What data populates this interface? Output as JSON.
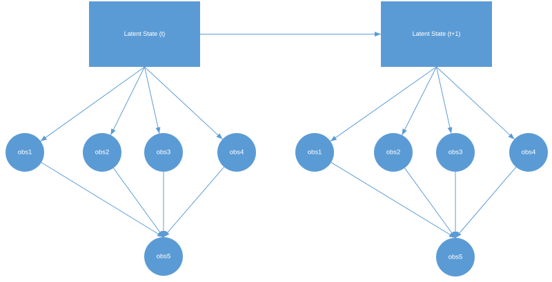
{
  "colors": {
    "node": "#5b9bd5",
    "edge": "#5b9bd5",
    "text": "#ffffff",
    "background": "#ffffff"
  },
  "groups": [
    {
      "state_label": "Latent State (t)",
      "observations": [
        "obs1",
        "obs2",
        "obs3",
        "obs4"
      ],
      "aggregate": "obs5"
    },
    {
      "state_label": "Latent State (t+1)",
      "observations": [
        "obs1",
        "obs2",
        "obs3",
        "obs4"
      ],
      "aggregate": "obs5"
    }
  ],
  "edges": [
    {
      "from": "state-t",
      "to": "state-t1"
    },
    {
      "from": "state-t",
      "to": "obs1-t"
    },
    {
      "from": "state-t",
      "to": "obs2-t"
    },
    {
      "from": "state-t",
      "to": "obs3-t"
    },
    {
      "from": "state-t",
      "to": "obs4-t"
    },
    {
      "from": "obs1-t",
      "to": "obs5-t"
    },
    {
      "from": "obs2-t",
      "to": "obs5-t"
    },
    {
      "from": "obs3-t",
      "to": "obs5-t"
    },
    {
      "from": "obs4-t",
      "to": "obs5-t"
    },
    {
      "from": "state-t1",
      "to": "obs1-t1"
    },
    {
      "from": "state-t1",
      "to": "obs2-t1"
    },
    {
      "from": "state-t1",
      "to": "obs3-t1"
    },
    {
      "from": "state-t1",
      "to": "obs4-t1"
    },
    {
      "from": "obs1-t1",
      "to": "obs5-t1"
    },
    {
      "from": "obs2-t1",
      "to": "obs5-t1"
    },
    {
      "from": "obs3-t1",
      "to": "obs5-t1"
    },
    {
      "from": "obs4-t1",
      "to": "obs5-t1"
    }
  ]
}
